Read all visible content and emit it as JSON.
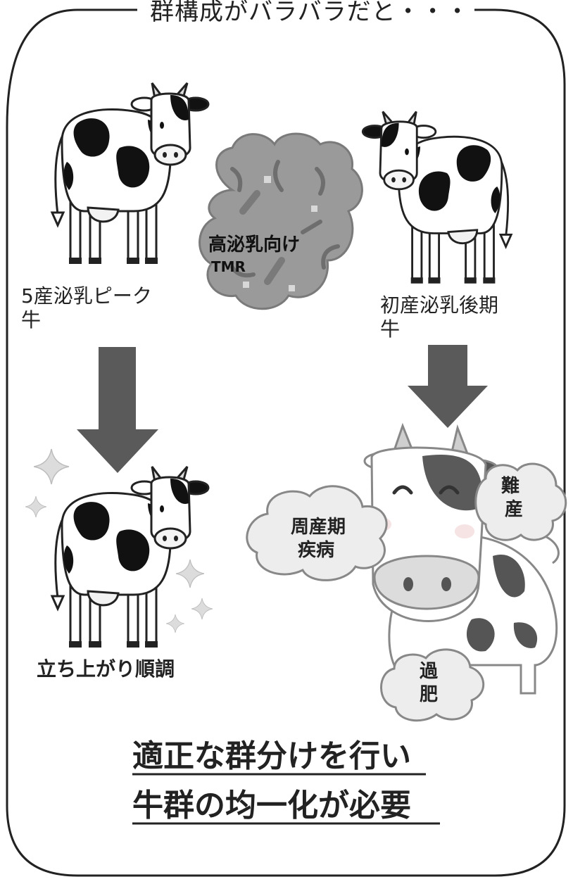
{
  "header_text": "群構成がバラバラだと・・・",
  "feed": {
    "line1": "高泌乳向け",
    "line2": "TMR"
  },
  "left_cow_label": {
    "line1": "5産泌乳ピーク",
    "line2": "牛"
  },
  "right_cow_label": {
    "line1": "初産泌乳後期",
    "line2": "牛"
  },
  "left_outcome": "立ち上がり順調",
  "problems": {
    "periparturient": {
      "line1": "周産期",
      "line2": "疾病"
    },
    "dystocia": {
      "line1": "難",
      "line2": "産"
    },
    "obesity": {
      "line1": "過",
      "line2": "肥"
    }
  },
  "conclusion": {
    "line1": "適正な群分けを行い",
    "line2": "牛群の均一化が必要"
  }
}
